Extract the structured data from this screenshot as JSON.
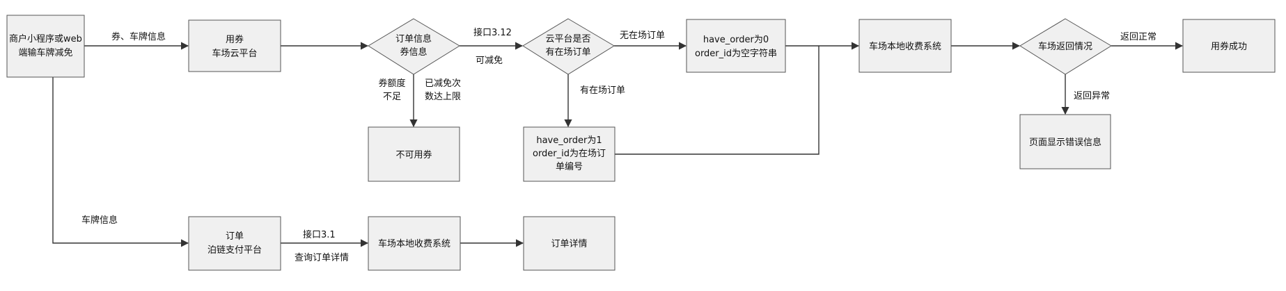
{
  "nodes": {
    "start": {
      "lines": [
        "商户小程序或web",
        "端输车牌减免"
      ]
    },
    "coupon_platform": {
      "lines": [
        "用券",
        "车场云平台"
      ]
    },
    "order_info": {
      "lines": [
        "订单信息",
        "券信息"
      ]
    },
    "cloud_has_order": {
      "lines": [
        "云平台是否",
        "有在场订单"
      ]
    },
    "no_order_box": {
      "lines": [
        "have_order为0",
        "order_id为空字符串"
      ]
    },
    "local_fee_top": {
      "lines": [
        "车场本地收费系统"
      ]
    },
    "parking_return": {
      "lines": [
        "车场返回情况"
      ]
    },
    "coupon_success": {
      "lines": [
        "用券成功"
      ]
    },
    "unavailable": {
      "lines": [
        "不可用券"
      ]
    },
    "has_order_box": {
      "lines": [
        "have_order为1",
        "order_id为在场订",
        "单编号"
      ]
    },
    "error_page": {
      "lines": [
        "页面显示错误信息"
      ]
    },
    "order_platform": {
      "lines": [
        "订单",
        "泊链支付平台"
      ]
    },
    "local_fee_bottom": {
      "lines": [
        "车场本地收费系统"
      ]
    },
    "order_detail": {
      "lines": [
        "订单详情"
      ]
    }
  },
  "edge_labels": {
    "coupon_plate_info": "券、车牌信息",
    "api_312": "接口3.12",
    "can_reduce": "可减免",
    "no_onsite_order": "无在场订单",
    "return_normal": "返回正常",
    "coupon_insufficient_1": "券额度",
    "coupon_insufficient_2": "不足",
    "reduce_limit_1": "已减免次",
    "reduce_limit_2": "数达上限",
    "has_onsite_order": "有在场订单",
    "return_error": "返回异常",
    "plate_info": "车牌信息",
    "api_31": "接口3.1",
    "query_order": "查询订单详情"
  }
}
